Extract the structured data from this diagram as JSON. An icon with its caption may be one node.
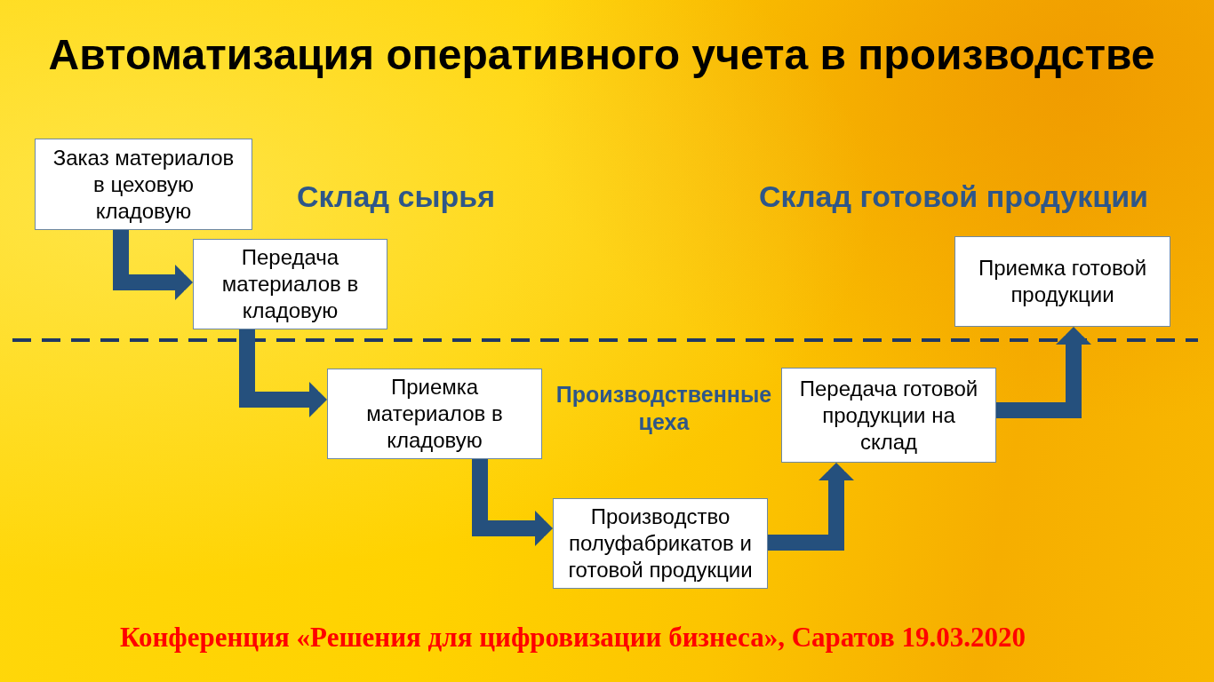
{
  "diagram": {
    "title": "Автоматизация оперативного учета в производстве",
    "caption": "Конференция «Решения для цифровизации бизнеса», Саратов 19.03.2020",
    "nodes": [
      {
        "text": [
          "Заказ материалов в цеховую кладовую"
        ]
      },
      {
        "text": [
          "Передача материалов в кладовую"
        ]
      },
      {
        "text": [
          "Приемка материалов в кладовую"
        ]
      },
      {
        "text": [
          "Производство полуфабрикатов и готовой продукции"
        ]
      },
      {
        "text": [
          "Передача готовой продукции на склад"
        ]
      },
      {
        "text": [
          "Приемка готовой продукции"
        ]
      }
    ],
    "edges": [
      {
        "from": 0,
        "to": 1,
        "arrow": "to"
      },
      {
        "from": 1,
        "to": 2,
        "arrow": "to"
      },
      {
        "from": 2,
        "to": 3,
        "arrow": "to"
      },
      {
        "from": 3,
        "to": 4,
        "arrow": "to"
      },
      {
        "from": 4,
        "to": 5,
        "arrow": "to"
      }
    ],
    "labels": [
      "Склад сырья",
      "Склад готовой продукции",
      "Производственные цеха"
    ]
  }
}
